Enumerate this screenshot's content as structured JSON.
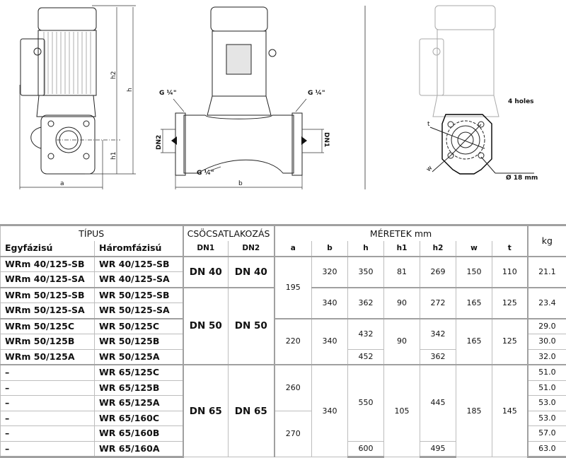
{
  "drawings": {
    "labels": {
      "a": "a",
      "b": "b",
      "h": "h",
      "h1": "h1",
      "h2": "h2",
      "g_quarter": "G ¼\"",
      "dn1": "DN1",
      "dn2": "DN2",
      "holes": "4 holes",
      "hole_dia": "Ø 18 mm",
      "w": "w",
      "t": "t"
    }
  },
  "table": {
    "header": {
      "tipus": "TÍPUS",
      "csocsatlakozas": "CSÖCSATLAKOZÁS",
      "meretek": "MÉRETEK mm",
      "kg": "kg",
      "egyfazisu": "Egyfázisú",
      "haromfazisu": "Háromfázisú",
      "dn1": "DN1",
      "dn2": "DN2",
      "a": "a",
      "b": "b",
      "h": "h",
      "h1": "h1",
      "h2": "h2",
      "w": "w",
      "t": "t"
    },
    "rows": [
      {
        "single": "WRm 40/125-SB",
        "three": "WR 40/125-SB",
        "kg": "21.1"
      },
      {
        "single": "WRm 40/125-SA",
        "three": "WR 40/125-SA"
      },
      {
        "single": "WRm 50/125-SB",
        "three": "WR 50/125-SB",
        "kg": "23.4"
      },
      {
        "single": "WRm 50/125-SA",
        "three": "WR 50/125-SA"
      },
      {
        "single": "WRm 50/125C",
        "three": "WR 50/125C",
        "kg": "29.0"
      },
      {
        "single": "WRm 50/125B",
        "three": "WR 50/125B",
        "kg": "30.0"
      },
      {
        "single": "WRm 50/125A",
        "three": "WR 50/125A",
        "kg": "32.0"
      },
      {
        "single": "–",
        "three": "WR 65/125C",
        "kg": "51.0"
      },
      {
        "single": "–",
        "three": "WR 65/125B",
        "kg": "51.0"
      },
      {
        "single": "–",
        "three": "WR 65/125A",
        "kg": "53.0"
      },
      {
        "single": "–",
        "three": "WR 65/160C",
        "kg": "53.0"
      },
      {
        "single": "–",
        "three": "WR 65/160B",
        "kg": "57.0"
      },
      {
        "single": "–",
        "three": "WR 65/160A",
        "kg": "63.0"
      }
    ],
    "dn": {
      "dn40": "DN 40",
      "dn50": "DN 50",
      "dn65": "DN 65"
    },
    "a": {
      "g1": "195",
      "g2": "220",
      "g3": "260",
      "g4": "270"
    },
    "b": {
      "g1": "320",
      "g2": "340",
      "g3": "340",
      "g4": "340"
    },
    "h": {
      "g1": "350",
      "g2": "362",
      "g3": "432",
      "g4": "452",
      "g5": "550",
      "g6": "600"
    },
    "h1": {
      "g1": "81",
      "g2": "90",
      "g3": "90",
      "g4": "105"
    },
    "h2": {
      "g1": "269",
      "g2": "272",
      "g3": "342",
      "g4": "362",
      "g5": "445",
      "g6": "495"
    },
    "w": {
      "g1": "150",
      "g2": "165",
      "g3": "165",
      "g4": "185"
    },
    "t": {
      "g1": "110",
      "g2": "125",
      "g3": "125",
      "g4": "145"
    }
  }
}
